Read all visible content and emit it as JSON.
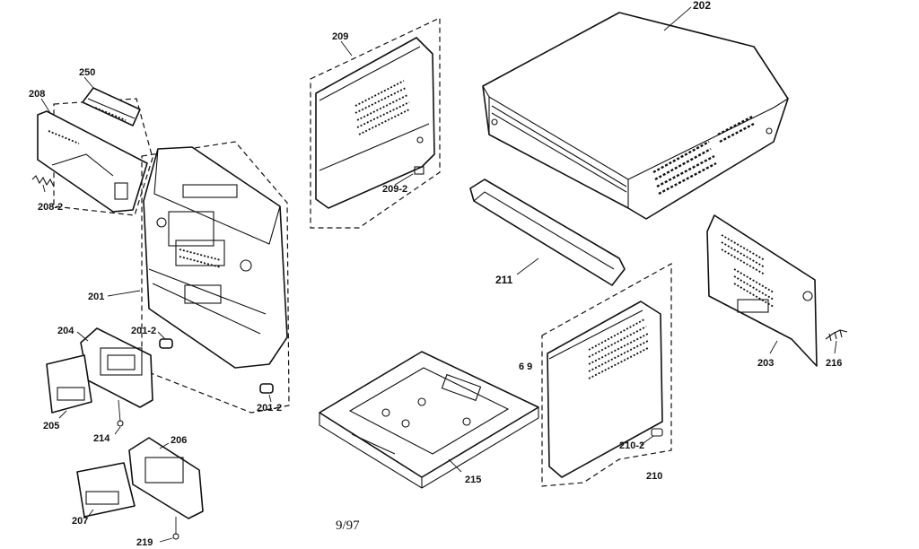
{
  "labels": {
    "p202": "202",
    "p209": "209",
    "p209_2": "209-2",
    "p211": "211",
    "p250": "250",
    "p208": "208",
    "p208_2": "208-2",
    "p201": "201",
    "p201_2a": "201-2",
    "p201_2b": "201-2",
    "p204": "204",
    "p205": "205",
    "p214": "214",
    "p206": "206",
    "p207": "207",
    "p219": "219",
    "p215_base": "215",
    "p210": "210",
    "p210_2": "210-2",
    "p203": "203",
    "p216": "216",
    "p69": "6 9"
  },
  "footer": {
    "date": "9/97"
  }
}
